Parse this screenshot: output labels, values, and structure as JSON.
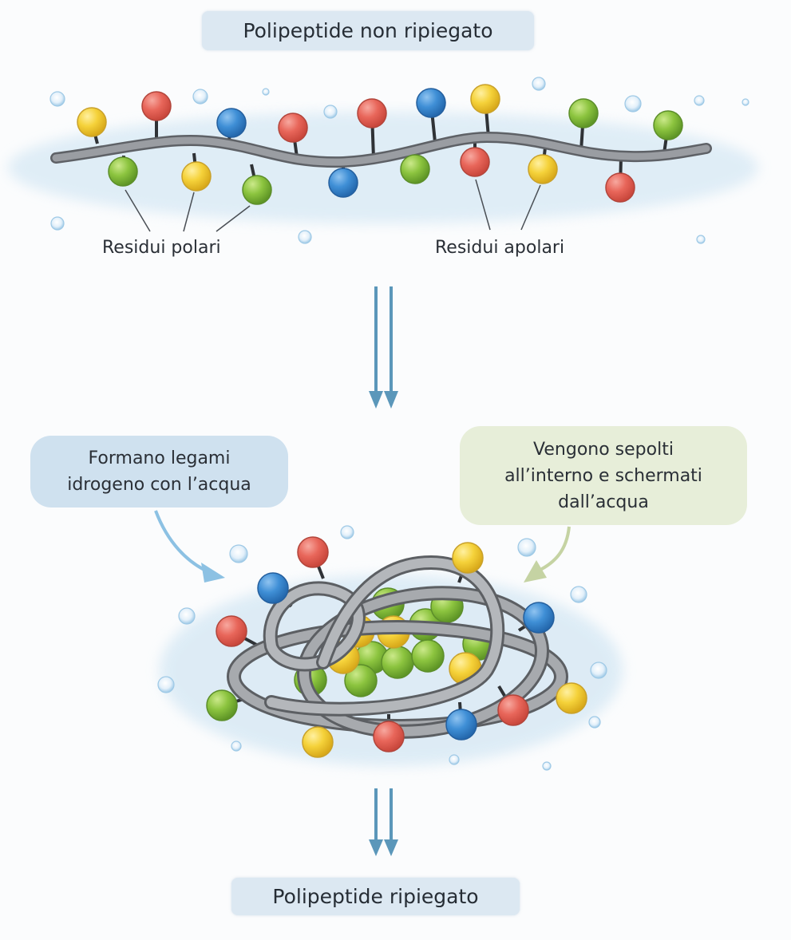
{
  "titles": {
    "unfolded": "Polipeptide non ripiegato",
    "folded": "Polipeptide ripiegato"
  },
  "residue_labels": {
    "polar": "Residui polari",
    "apolar": "Residui apolari"
  },
  "callouts": {
    "polar": [
      "Formano legami",
      "idrogeno con l’acqua"
    ],
    "apolar": [
      "Vengono sepolti",
      "all’interno e schermati",
      "dall’acqua"
    ]
  },
  "colors": {
    "red": "#e8665a",
    "blue": "#3f8fd6",
    "yellow": "#f5d23a",
    "green": "#8cc43f",
    "backbone": "#8d9095",
    "water": "#cfe4f2",
    "arrow": "#5b97ba",
    "polar_arrow": "#8cc1e3",
    "apolar_arrow": "#c5d3a3"
  },
  "unfolded_chain": {
    "residues": [
      "yellow",
      "green",
      "red",
      "yellow",
      "blue",
      "green",
      "red",
      "blue",
      "red",
      "blue",
      "green",
      "red",
      "yellow",
      "yellow",
      "green",
      "red",
      "green"
    ]
  },
  "folded_protein": {
    "surface_residues": [
      "red",
      "blue",
      "red",
      "green",
      "yellow",
      "red",
      "blue",
      "red",
      "yellow",
      "blue",
      "yellow"
    ],
    "core_residues": [
      "green",
      "green",
      "green",
      "green",
      "green",
      "green",
      "green",
      "green",
      "green",
      "yellow",
      "yellow",
      "yellow",
      "yellow"
    ]
  }
}
